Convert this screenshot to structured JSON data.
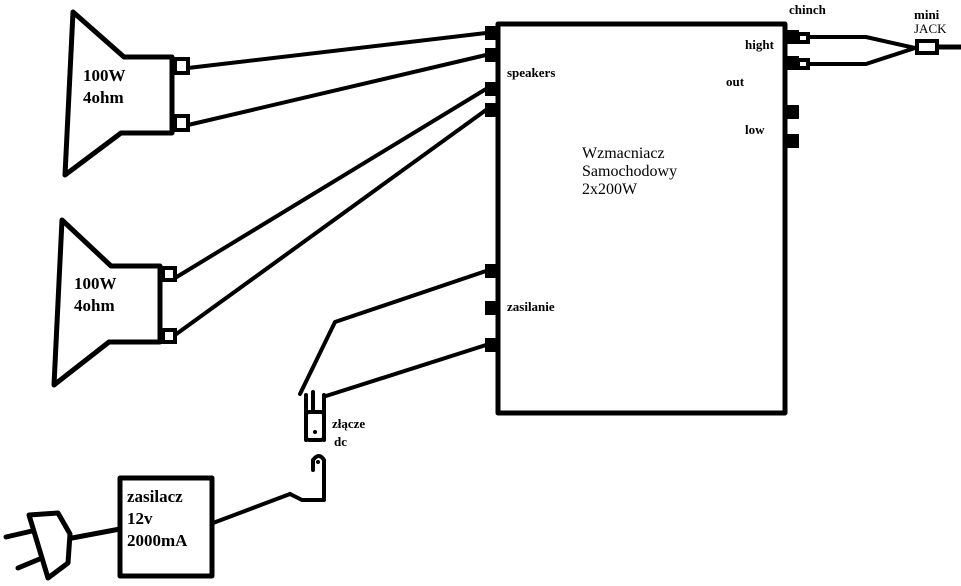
{
  "diagram": {
    "speakers": [
      {
        "power": "100W",
        "impedance": "4ohm"
      },
      {
        "power": "100W",
        "impedance": "4ohm"
      }
    ],
    "amplifier": {
      "title_line1": "Wzmacniacz",
      "title_line2": "Samochodowy",
      "title_line3": "2x200W",
      "speakers_label": "speakers",
      "power_label": "zasilanie",
      "hight_label": "hight",
      "out_label": "out",
      "low_label": "low"
    },
    "chinch_label": "chinch",
    "minijack": {
      "line1": "mini",
      "line2": "JACK"
    },
    "dc_connector": {
      "line1": "złącze",
      "line2": "dc"
    },
    "power_supply": {
      "line1": "zasilacz",
      "line2": "12v",
      "line3": "2000mA"
    },
    "colors": {
      "stroke": "#000000",
      "background": "#ffffff"
    }
  }
}
